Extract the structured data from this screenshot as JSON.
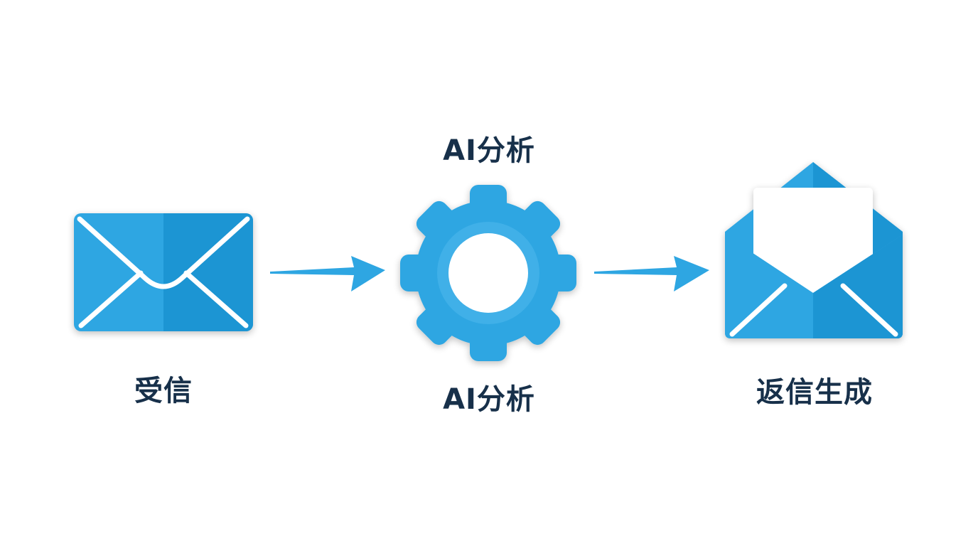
{
  "diagram": {
    "steps": [
      {
        "label": "受信",
        "icon": "envelope-closed-icon"
      },
      {
        "label": "AI分析",
        "top_label": "AI分析",
        "icon": "gear-icon"
      },
      {
        "label": "返信生成",
        "icon": "envelope-open-icon"
      }
    ],
    "connectors": [
      "arrow-right-icon",
      "arrow-right-icon"
    ],
    "colors": {
      "icon_primary": "#2ea6e2",
      "icon_dark": "#1d93d2",
      "icon_light": "#49b5ea",
      "text": "#17304a",
      "background": "#ffffff"
    }
  }
}
